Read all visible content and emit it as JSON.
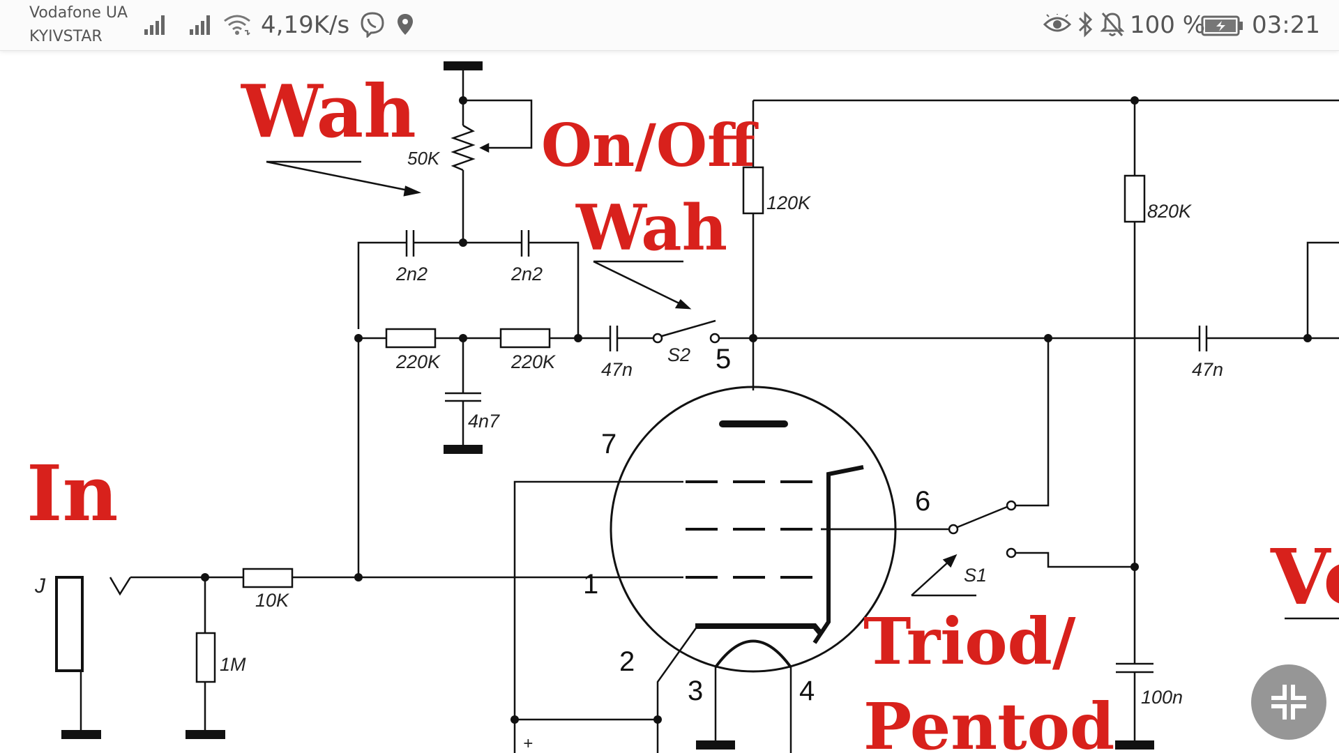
{
  "status_bar": {
    "carrier_primary": "Vodafone UA",
    "carrier_secondary": "KYIVSTAR",
    "network_speed": "4,19K/s",
    "battery": "100 %",
    "time": "03:21",
    "icons": [
      "signal-icon",
      "signal-icon",
      "wifi-icon",
      "viber-icon",
      "location-icon",
      "eye-icon",
      "bluetooth-icon",
      "mute-bell-icon",
      "battery-charging-icon"
    ]
  },
  "schematic": {
    "callouts": {
      "wah": "Wah",
      "on_off": "On/Off",
      "wah2": "Wah",
      "input": "In",
      "triod": "Triod/",
      "pentod": "Pentod",
      "vo": "Vo"
    },
    "components": {
      "pot": "50K",
      "r_anode": "120K",
      "r_right": "820K",
      "c1": "2n2",
      "c2": "2n2",
      "r1": "220K",
      "r2": "220K",
      "c3": "4n7",
      "c4": "47n",
      "c5": "47n",
      "c6": "100n",
      "r_in": "10K",
      "r_grid": "1M",
      "switch1": "S1",
      "switch2": "S2",
      "jack": "J",
      "plus": "+"
    },
    "pins": {
      "p1": "1",
      "p2": "2",
      "p3": "3",
      "p4": "4",
      "p5": "5",
      "p6": "6",
      "p7": "7"
    }
  },
  "fab": {
    "icon": "exit-fullscreen-icon"
  },
  "colors": {
    "callout_red": "#d8211c",
    "wire": "#111111",
    "fab_gray": "#8e8e8e"
  }
}
